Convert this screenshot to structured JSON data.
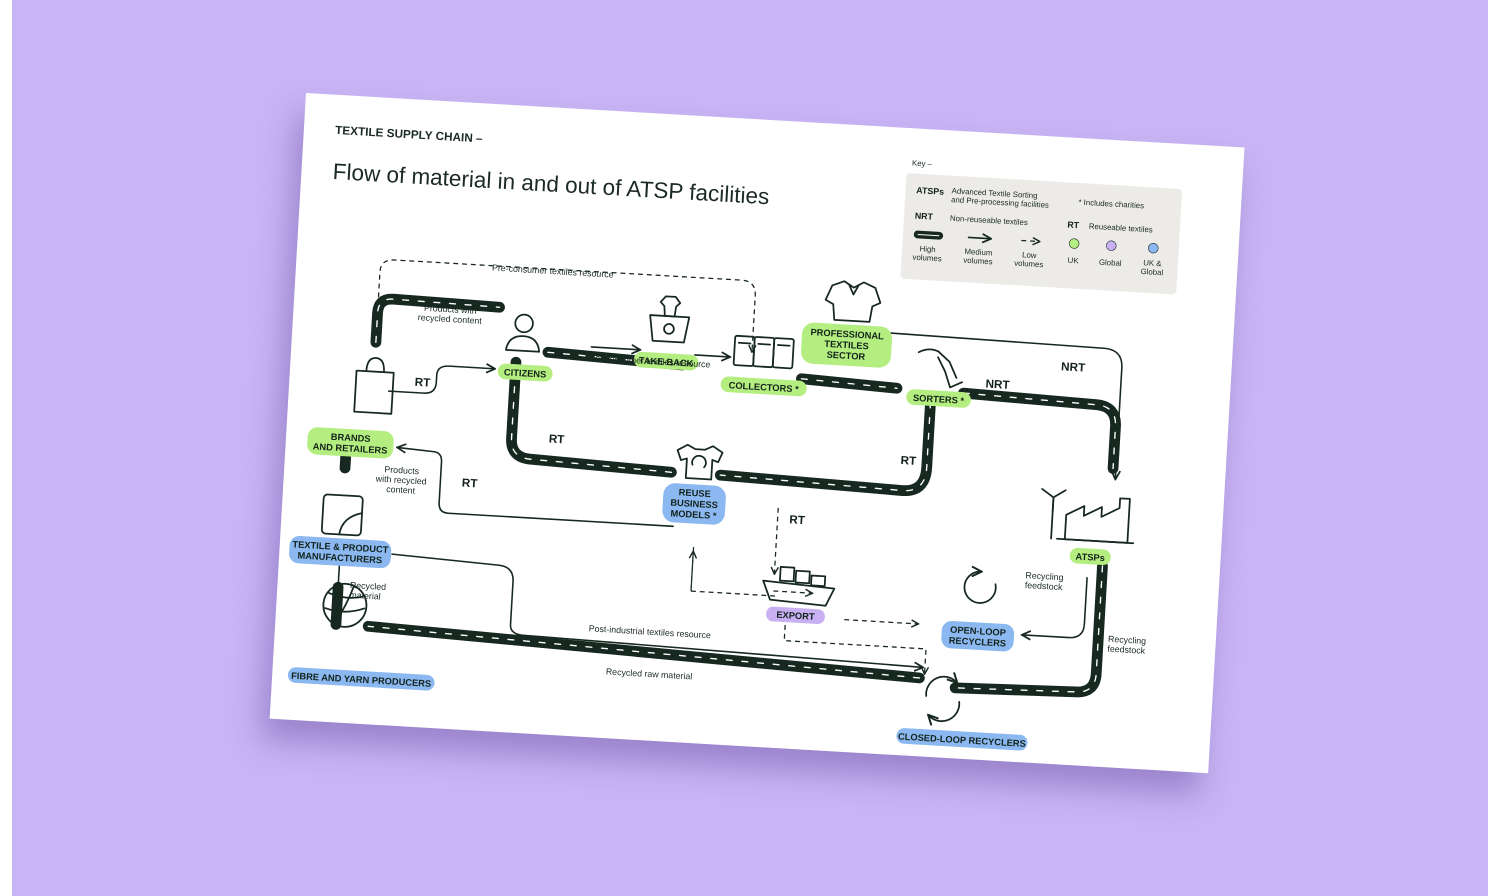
{
  "header": {
    "eyebrow": "TEXTILE SUPPLY CHAIN –",
    "title": "Flow of material in and out of ATSP facilities"
  },
  "key": {
    "heading": "Key –",
    "atsp_abbr": "ATSPs",
    "atsp_desc_1": "Advanced Textile Sorting",
    "atsp_desc_2": "and Pre-processing facilities",
    "charities_note": "* Includes charities",
    "nrt_abbr": "NRT",
    "nrt_desc": "Non-reuseable textiles",
    "rt_abbr": "RT",
    "rt_desc": "Reuseable textiles",
    "high_1": "High",
    "high_2": "volumes",
    "medium_1": "Medium",
    "medium_2": "volumes",
    "low_1": "Low",
    "low_2": "volumes",
    "uk": "UK",
    "global": "Global",
    "ukglobal_1": "UK &",
    "ukglobal_2": "Global"
  },
  "colors": {
    "uk": "#b5ee80",
    "global": "#c8b0f2",
    "uk_and_global": "#8bb8f0",
    "line": "#16281f",
    "background": "#c9b5f5"
  },
  "nodes": {
    "citizens": "CITIZENS",
    "take_back": "TAKE-BACK",
    "collectors": "COLLECTORS *",
    "professional_1": "PROFESSIONAL",
    "professional_2": "TEXTILES",
    "professional_3": "SECTOR",
    "sorters": "SORTERS *",
    "brands_1": "BRANDS",
    "brands_2": "AND RETAILERS",
    "reuse_1": "REUSE",
    "reuse_2": "BUSINESS",
    "reuse_3": "MODELS *",
    "atsps": "ATSPs",
    "export": "EXPORT",
    "manufacturers_1": "TEXTILE & PRODUCT",
    "manufacturers_2": "MANUFACTURERS",
    "open_loop_1": "OPEN-LOOP",
    "open_loop_2": "RECYCLERS",
    "fibre": "FIBRE AND YARN PRODUCERS",
    "closed_loop": "CLOSED-LOOP RECYCLERS"
  },
  "labels": {
    "pre_consumer": "Pre-consumer textiles resource",
    "products_recycled_1": "Products with",
    "products_recycled_2": "recycled content",
    "post_consumer": "Post-consumer textiles resource",
    "rt": "RT",
    "nrt": "NRT",
    "products_recycled_b1": "Products",
    "products_recycled_b2": "with recycled",
    "products_recycled_b3": "content",
    "recycling_feedstock_1": "Recycling",
    "recycling_feedstock_2": "feedstock",
    "recycled_material_1": "Recycled",
    "recycled_material_2": "material",
    "post_industrial": "Post-industrial textiles resource",
    "recycled_raw": "Recycled raw material"
  }
}
